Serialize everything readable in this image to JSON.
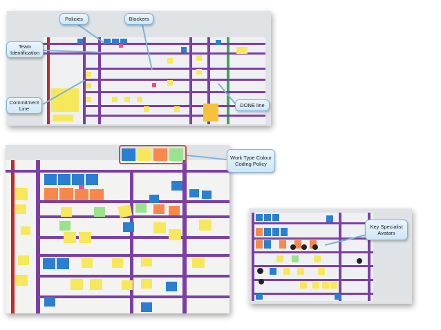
{
  "photos": [
    {
      "name": "board-photo-top"
    },
    {
      "name": "board-photo-bottom-left"
    },
    {
      "name": "board-photo-bottom-right"
    }
  ],
  "callouts": {
    "policies": "Policies",
    "blockers": "Blockers",
    "team_identification": "Team Identification",
    "commitment_line": "Commitment Line",
    "done_line": "DONE line",
    "work_type_policy": "Work Type Colour Coding Policy",
    "key_specialist_avatars": "Key Specialist Avatars"
  },
  "colors": {
    "lane": "#7b3fa6",
    "commitment": "#c62828",
    "done": "#3fa657",
    "sticky_yellow": "#f6e85a",
    "sticky_blue": "#2a7fd0",
    "sticky_orange": "#f6894a",
    "sticky_green": "#9be28c",
    "sticky_pink": "#ef4c8a",
    "callout_border": "#7fb2d6",
    "highlight": "#d84a3a"
  }
}
